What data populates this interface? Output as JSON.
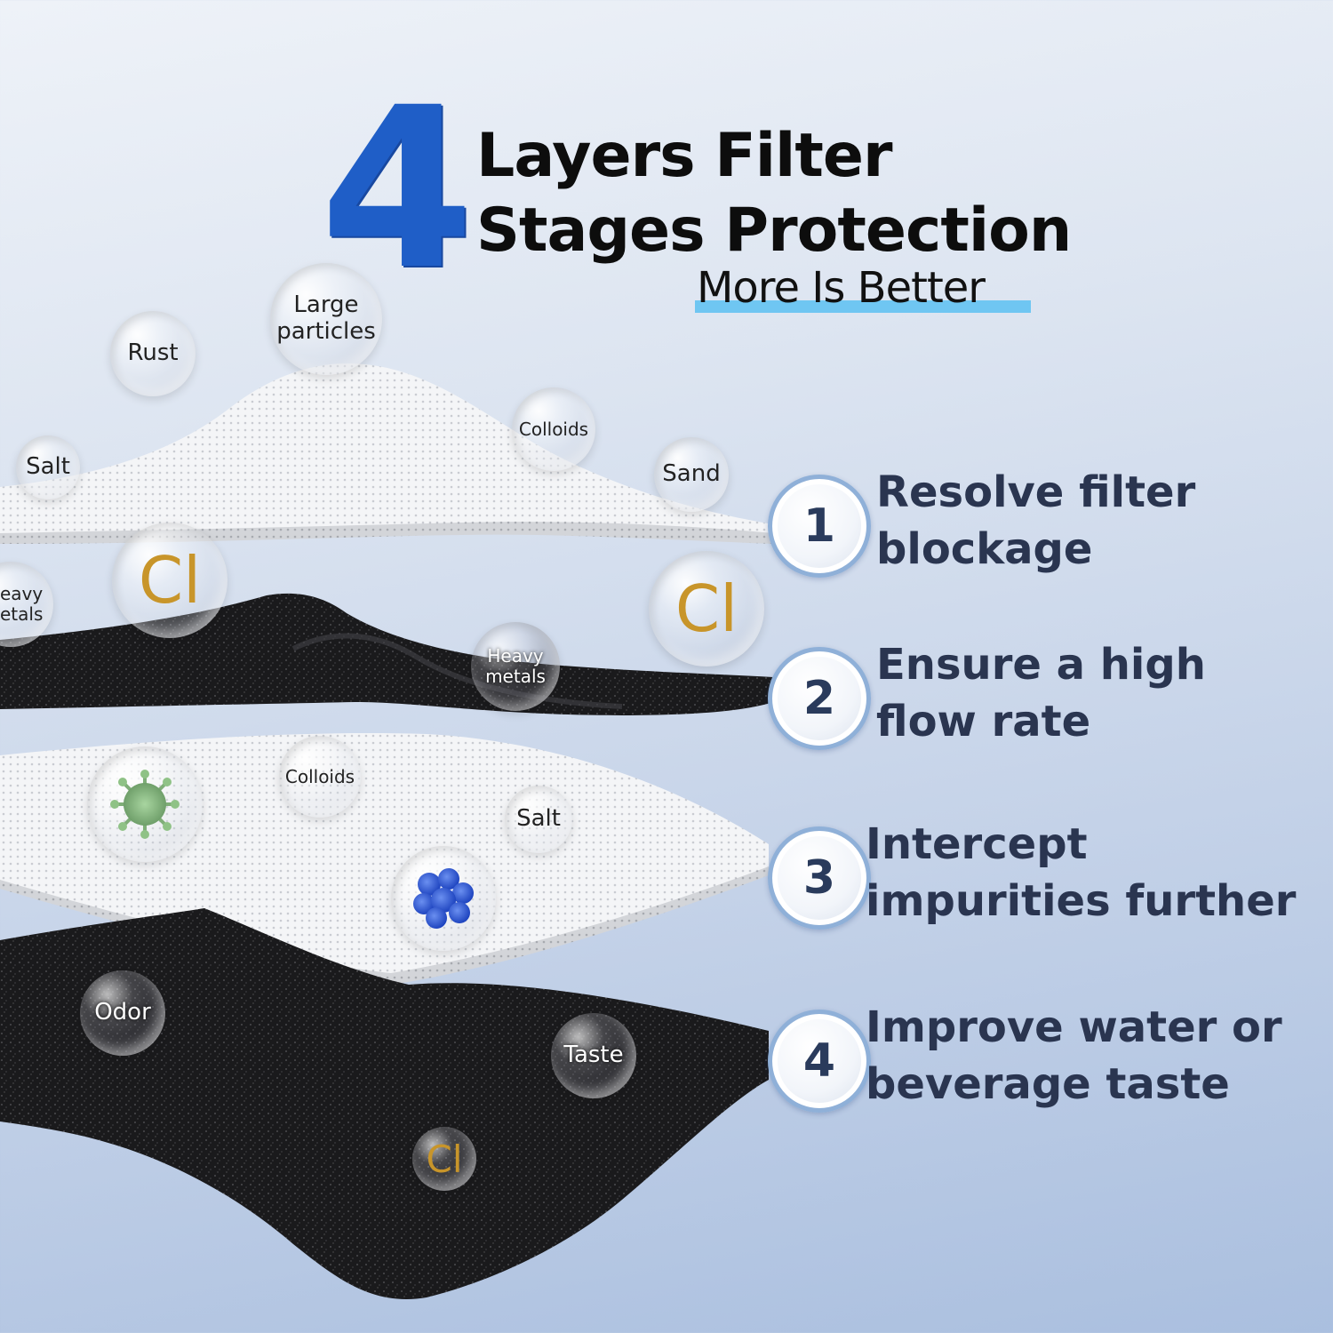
{
  "header": {
    "number": "4",
    "line1": "Layers Filter",
    "line2": "Stages Protection",
    "subtitle": "More Is Better"
  },
  "bubbles": {
    "rust": "Rust",
    "large_particles": [
      "Large",
      "particles"
    ],
    "salt_top": "Salt",
    "colloids_top": "Colloids",
    "sand": "Sand",
    "cl_left": "Cl",
    "heavy_metals_left": [
      "eavy",
      "etals"
    ],
    "cl_right": "Cl",
    "heavy_metals_mid": [
      "Heavy",
      "metals"
    ],
    "colloids_mid": "Colloids",
    "salt_mid": "Salt",
    "odor": "Odor",
    "taste": "Taste",
    "cl_bottom": "Cl"
  },
  "steps": [
    {
      "num": "1",
      "line1": "Resolve filter",
      "line2": "blockage"
    },
    {
      "num": "2",
      "line1": "Ensure a high",
      "line2": "flow rate"
    },
    {
      "num": "3",
      "line1": "Intercept",
      "line2": "impurities further"
    },
    {
      "num": "4",
      "line1": "Improve water or",
      "line2": "beverage taste"
    }
  ],
  "colors": {
    "accent_blue": "#1f5ec7",
    "underline_cyan": "#6fc6f2",
    "cl_gold": "#c8952a",
    "text_navy": "#2a3550"
  },
  "icons": [
    "virus-icon",
    "bacteria-cluster-icon"
  ]
}
